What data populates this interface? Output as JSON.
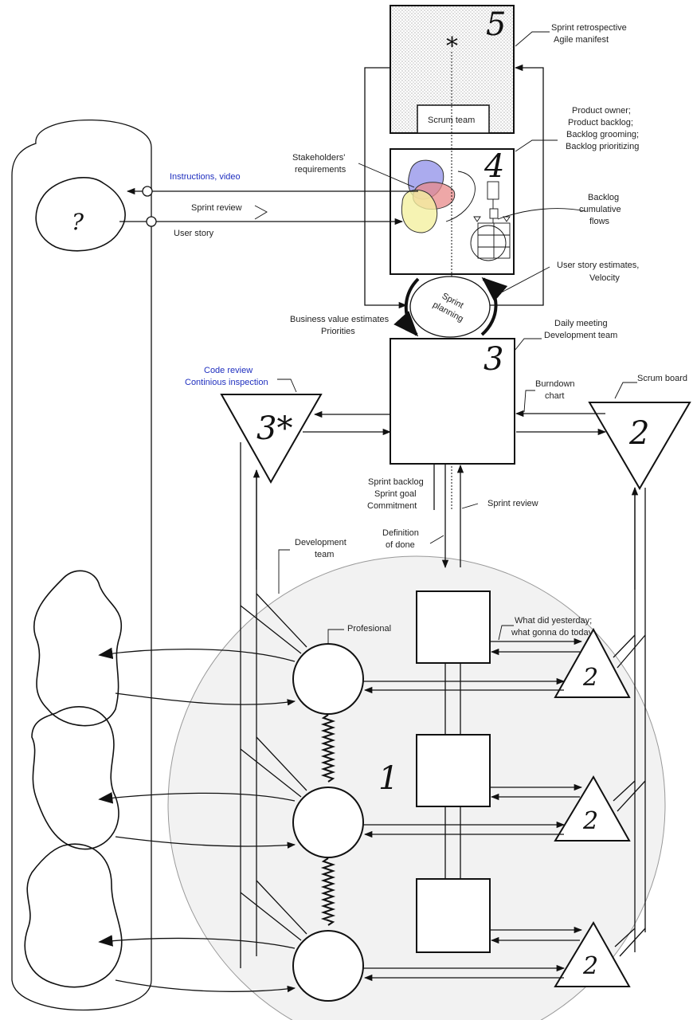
{
  "nodes": {
    "n5": "5",
    "n4": "4",
    "n3": "3",
    "n3star": "3*",
    "n2_board": "2",
    "n1": "1",
    "n2_a": "2",
    "n2_b": "2",
    "n2_c": "2",
    "star": "*",
    "question": "?"
  },
  "labels": {
    "scrum_team": "Scrum team",
    "sprint_retro_1": "Sprint retrospective",
    "sprint_retro_2": "Agile manifest",
    "po_1": "Product owner;",
    "po_2": "Product backlog;",
    "po_3": "Backlog grooming;",
    "po_4": "Backlog prioritizing",
    "stakeholders_1": "Stakeholders'",
    "stakeholders_2": "requirements",
    "instructions": "Instructions, video",
    "sprint_review_top": "Sprint review",
    "user_story": "User story",
    "backlog_flows_1": "Backlog",
    "backlog_flows_2": "cumulative",
    "backlog_flows_3": "flows",
    "us_estimates_1": "User story estimates,",
    "us_estimates_2": "Velocity",
    "sprint_planning_1": "Sprint",
    "sprint_planning_2": "planning",
    "bv_1": "Business value estimates",
    "bv_2": "Priorities",
    "daily_1": "Daily meeting",
    "daily_2": "Development team",
    "code_review_1": "Code review",
    "code_review_2": "Continious inspection",
    "burndown_1": "Burndown",
    "burndown_2": "chart",
    "scrum_board": "Scrum board",
    "sb_1": "Sprint backlog",
    "sb_2": "Sprint goal",
    "sb_3": "Commitment",
    "sprint_review_mid": "Sprint review",
    "dod_1": "Definition",
    "dod_2": "of done",
    "devteam_1": "Development",
    "devteam_2": "team",
    "profesional": "Profesional",
    "yesterday_1": "What did yesterday;",
    "yesterday_2": "what gonna do today"
  },
  "colors": {
    "link_blue": "#1f2fbf",
    "venn_blue": "#8f8fe8",
    "venn_red": "#e88a8a",
    "venn_yellow": "#f4f0a0",
    "team_circle": "#f2f2f2"
  }
}
